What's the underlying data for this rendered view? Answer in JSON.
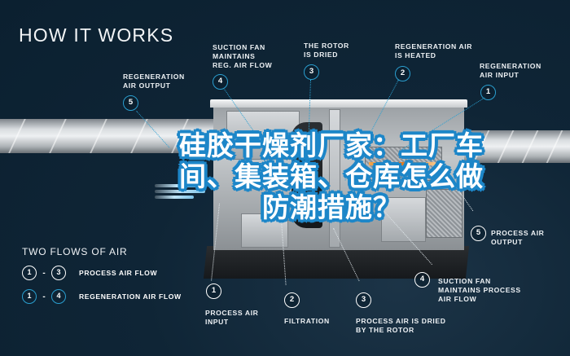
{
  "header": {
    "title": "HOW IT WORKS"
  },
  "colors": {
    "background": "#0f2536",
    "accent_blue": "#2a9fd0",
    "overlay_stroke": "#1d86c8",
    "text": "#ffffff",
    "heater": "#e07a20"
  },
  "regeneration_steps": [
    {
      "number": "1",
      "label": "REGENERATION\nAIR INPUT"
    },
    {
      "number": "2",
      "label": "REGENERATION AIR\nIS HEATED"
    },
    {
      "number": "3",
      "label": "THE ROTOR\nIS DRIED"
    },
    {
      "number": "4",
      "label": "SUCTION FAN\nMAINTAINS\nREG. AIR FLOW"
    },
    {
      "number": "5",
      "label": "REGENERATION\nAIR OUTPUT"
    }
  ],
  "process_steps": [
    {
      "number": "1",
      "label": "PROCESS AIR\nINPUT"
    },
    {
      "number": "2",
      "label": "FILTRATION"
    },
    {
      "number": "3",
      "label": "PROCESS AIR IS DRIED\nBY THE ROTOR"
    },
    {
      "number": "4",
      "label": "SUCTION FAN\nMAINTAINS PROCESS\nAIR FLOW"
    },
    {
      "number": "5",
      "label": "PROCESS AIR\nOUTPUT"
    }
  ],
  "legend": {
    "title": "TWO FLOWS OF AIR",
    "items": [
      {
        "from": "1",
        "dash": "-",
        "to": "3",
        "label": "PROCESS AIR FLOW",
        "style": "white"
      },
      {
        "from": "1",
        "dash": "-",
        "to": "4",
        "label": "REGENERATION AIR FLOW",
        "style": "blue"
      }
    ]
  },
  "overlay_title": {
    "lines": [
      "硅胶干燥剂厂家：工厂车",
      "间、集装箱、仓库怎么做",
      "防潮措施？"
    ]
  }
}
